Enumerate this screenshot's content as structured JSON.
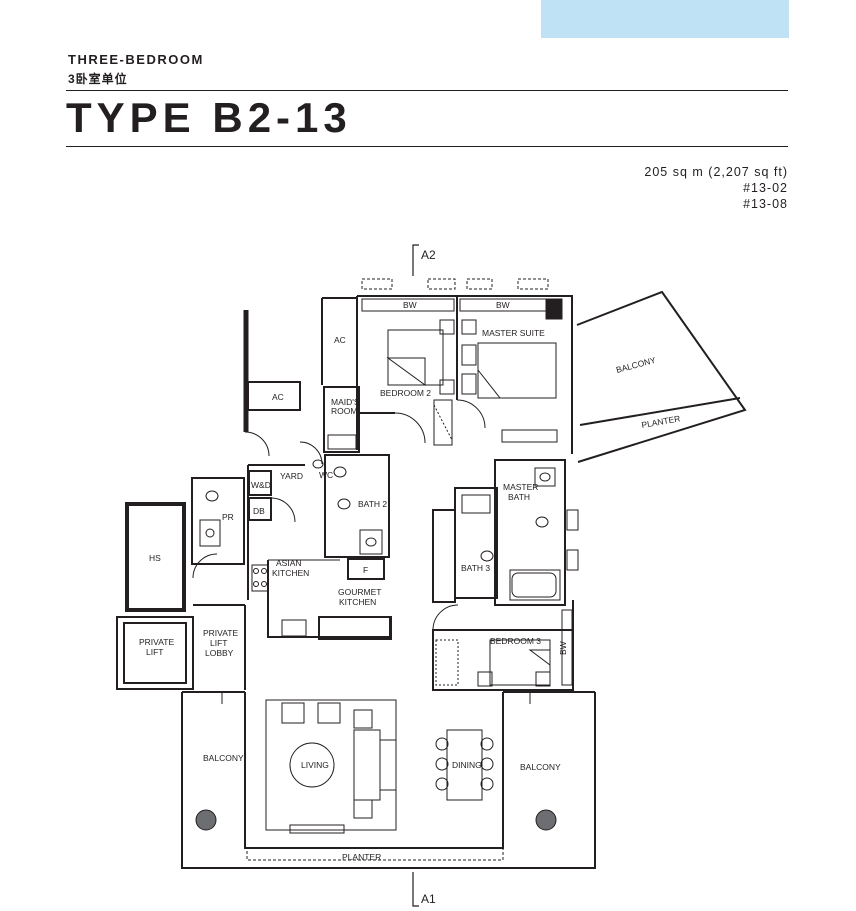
{
  "header": {
    "category": "THREE-BEDROOM",
    "category_cn": "3卧室单位",
    "title": "TYPE B2-13",
    "area": "205 sq m  (2,207 sq ft)",
    "units": [
      "#13-02",
      "#13-08"
    ]
  },
  "colors": {
    "accent": "#bfe3f5",
    "ink": "#231f20"
  },
  "plan": {
    "section_markers": {
      "top": "A2",
      "bottom": "A1"
    },
    "rooms": {
      "master_suite": "MASTER SUITE",
      "bedroom2": "BEDROOM 2",
      "bedroom3": "BEDROOM 3",
      "master_bath_line1": "MASTER",
      "master_bath_line2": "BATH",
      "bath2": "BATH 2",
      "bath3": "BATH 3",
      "maids_room_line1": "MAID'S",
      "maids_room_line2": "ROOM",
      "yard": "YARD",
      "wc": "WC",
      "wd": "W&D",
      "db": "DB",
      "pr": "PR",
      "hs": "HS",
      "ac_upper": "AC",
      "ac_lower": "AC",
      "bw_top_left": "BW",
      "bw_top_right": "BW",
      "bw_right": "BW",
      "fridge": "F",
      "asian_kitchen_line1": "ASIAN",
      "asian_kitchen_line2": "KITCHEN",
      "gourmet_kitchen_line1": "GOURMET",
      "gourmet_kitchen_line2": "KITCHEN",
      "private_lift_line1": "PRIVATE",
      "private_lift_line2": "LIFT",
      "lift_lobby_line1": "PRIVATE",
      "lift_lobby_line2": "LIFT",
      "lift_lobby_line3": "LOBBY",
      "living": "LIVING",
      "dining": "DINING",
      "balcony_left": "BALCONY",
      "balcony_right": "BALCONY",
      "balcony_upper": "BALCONY",
      "planter_upper": "PLANTER",
      "planter_bottom": "PLANTER"
    }
  }
}
